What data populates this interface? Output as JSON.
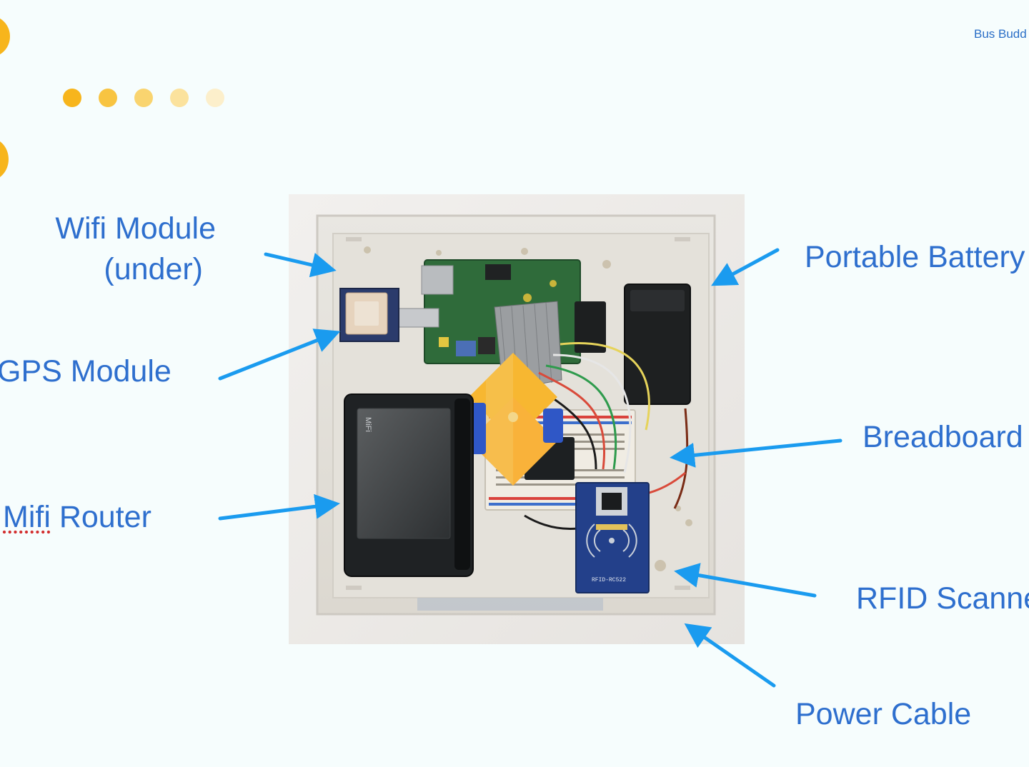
{
  "header": {
    "title": "Bus Budd"
  },
  "labels": {
    "wifi_module_line1": "Wifi Module",
    "wifi_module_line2": "(under)",
    "gps_module": "GPS Module",
    "mifi_router_word1": "Mifi",
    "mifi_router_word2": " Router",
    "portable_battery": "Portable Battery",
    "breadboard": "Breadboard",
    "rfid_scanner": "RFID Scanne",
    "power_cable": "Power Cable"
  },
  "photo": {
    "mifi_brand": "MiFi",
    "rfid_chip_label": "RFID-RC522"
  },
  "colors": {
    "background": "#f6fdfd",
    "accent_yellow": "#f7b51c",
    "label_text": "#2e6fce",
    "arrow": "#1a9bef"
  },
  "decor": {
    "dot_colors": [
      "#f7b51c",
      "#f8c441",
      "#f9d46f",
      "#fbe29d",
      "#fcefcb"
    ]
  }
}
